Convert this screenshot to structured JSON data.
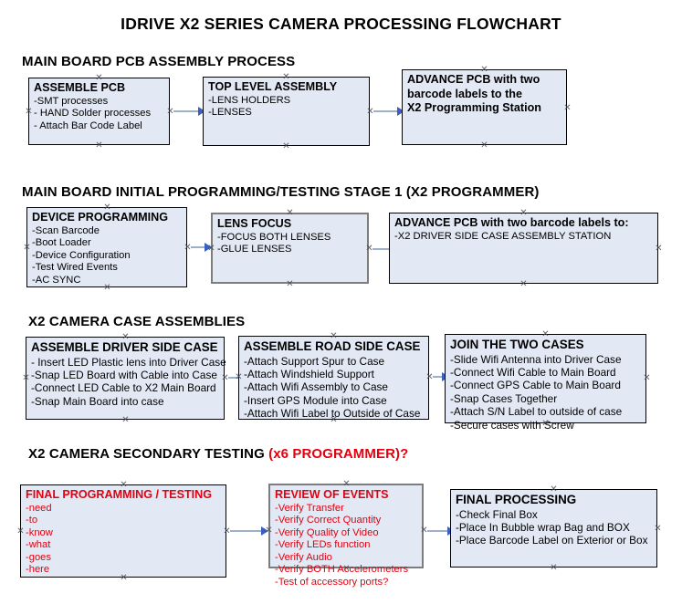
{
  "document": {
    "title": "IDRIVE X2  SERIES CAMERA PROCESSING FLOWCHART",
    "accent_red": "#e3000f",
    "box_fill": "#e3e9f4",
    "box_border": "#000000",
    "selected_border": "#7d7d7d",
    "connector_color": "#9cb0c8",
    "arrowhead_color": "#3a5fbe"
  },
  "sections": [
    {
      "id": "main-board-pcb-assembly",
      "heading": "MAIN BOARD PCB ASSEMBLY PROCESS",
      "heading_accent": "",
      "nodes": [
        {
          "id": "assemble-pcb",
          "header": "ASSEMBLE PCB",
          "lines": [
            "-SMT processes",
            "- HAND Solder processes",
            "- Attach Bar Code Label"
          ]
        },
        {
          "id": "top-level-assembly",
          "header": "TOP LEVEL ASSEMBLY",
          "lines": [
            "-LENS HOLDERS",
            "-LENSES"
          ]
        },
        {
          "id": "advance-pcb-to-x2-programming-station",
          "header": "ADVANCE PCB with two",
          "lines": [
            "barcode labels to the",
            "X2 Programming Station"
          ]
        }
      ]
    },
    {
      "id": "main-board-initial-programming",
      "heading": "MAIN BOARD INITIAL PROGRAMMING/TESTING STAGE 1 (X2 PROGRAMMER)",
      "heading_accent": "",
      "nodes": [
        {
          "id": "device-programming",
          "header": "DEVICE PROGRAMMING",
          "lines": [
            "-Scan Barcode",
            "-Boot Loader",
            "-Device Configuration",
            "-Test Wired Events",
            "-AC SYNC"
          ]
        },
        {
          "id": "lens-focus",
          "header": "LENS FOCUS",
          "lines": [
            "-FOCUS BOTH LENSES",
            "-GLUE LENSES"
          ]
        },
        {
          "id": "advance-pcb-to-driver-side-case",
          "header": "ADVANCE PCB with two barcode labels to:",
          "lines": [
            "-X2 DRIVER  SIDE  CASE  ASSEMBLY STATION"
          ]
        }
      ]
    },
    {
      "id": "x2-camera-case-assemblies",
      "heading": "X2 CAMERA CASE ASSEMBLIES",
      "heading_accent": "",
      "nodes": [
        {
          "id": "assemble-driver-side-case",
          "header": "ASSEMBLE DRIVER SIDE CASE",
          "lines": [
            "- Insert LED Plastic lens into Driver Case",
            "-Snap LED Board with Cable into Case",
            "-Connect LED Cable to X2 Main Board",
            "-Snap Main Board into case"
          ]
        },
        {
          "id": "assemble-road-side-case",
          "header": "ASSEMBLE ROAD SIDE CASE",
          "lines": [
            "-Attach Support Spur to Case",
            "-Attach Windshield Support",
            "-Attach Wifi Assembly to Case",
            "-Insert GPS Module into Case",
            "-Attach Wifi Label to Outside of Case"
          ]
        },
        {
          "id": "join-the-two-cases",
          "header": "JOIN THE TWO CASES",
          "lines": [
            "-Slide Wifi Antenna into Driver Case",
            "-Connect Wifi Cable to Main Board",
            "-Connect GPS Cable to Main Board",
            "-Snap Cases Together",
            "-Attach S/N Label to outside of case",
            "-Secure cases with Screw"
          ]
        }
      ]
    },
    {
      "id": "x2-camera-secondary-testing",
      "heading": "X2 CAMERA SECONDARY TESTING ",
      "heading_accent": "(x6 PROGRAMMER)?",
      "nodes": [
        {
          "id": "final-programming-testing",
          "header": "FINAL PROGRAMMING / TESTING",
          "lines": [
            "-need",
            "-to",
            "-know",
            "-what",
            "-goes",
            "-here"
          ]
        },
        {
          "id": "review-of-events",
          "header": "REVIEW OF EVENTS",
          "lines": [
            "-Verify Transfer",
            "-Verify Correct Quantity",
            "-Verify Quality of Video",
            "-Verify LEDs function",
            "-Verify Audio",
            "-Verify BOTH Accelerometers",
            "-Test of accessory ports?"
          ]
        },
        {
          "id": "final-processing",
          "header": "FINAL PROCESSING",
          "lines": [
            " -Check Final Box",
            "-Place In Bubble wrap Bag and BOX",
            "-Place Barcode Label on Exterior or Box"
          ]
        }
      ]
    }
  ]
}
